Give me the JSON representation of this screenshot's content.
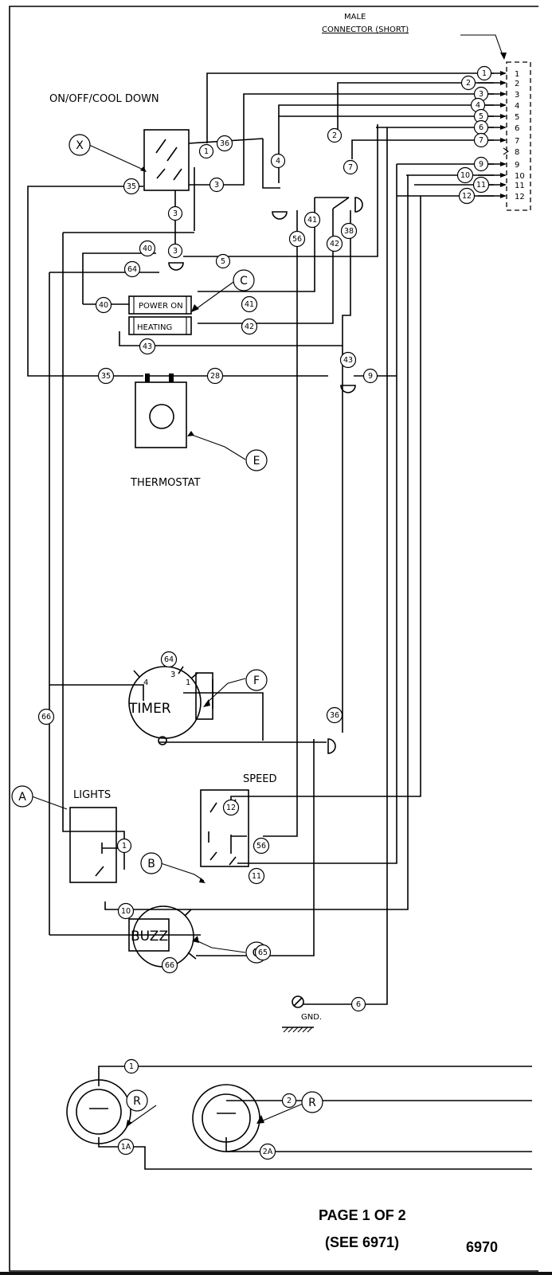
{
  "header": {
    "connector_line1": "MALE",
    "connector_line2": "CONNECTOR (SHORT)"
  },
  "labels": {
    "on_off": "ON/OFF/COOL DOWN",
    "thermostat": "THERMOSTAT",
    "lights": "LIGHTS",
    "speed": "SPEED",
    "power_on": "POWER ON",
    "heating": "HEATING",
    "timer": "TIMER",
    "buzz": "BUZZ",
    "gnd": "GND."
  },
  "components": {
    "x": "X",
    "c": "C",
    "e": "E",
    "f": "F",
    "a": "A",
    "b": "B",
    "g": "G",
    "r1": "R",
    "r2": "R"
  },
  "connector_pins": [
    "1",
    "2",
    "3",
    "4",
    "5",
    "6",
    "7",
    "8",
    "9",
    "10",
    "11",
    "12"
  ],
  "timer_terminals": [
    "4",
    "3",
    "1"
  ],
  "wire_numbers": {
    "c1": "1",
    "c2": "2",
    "c3": "3",
    "c4": "4",
    "c5": "5",
    "c6": "6",
    "c7": "7",
    "c9": "9",
    "c10": "10",
    "c11": "11",
    "c12": "12",
    "sw1": "1",
    "sw36": "36",
    "sw35": "35",
    "sw3r": "3",
    "sw3a": "3",
    "sw3b": "3",
    "conn4": "4",
    "conn2": "2",
    "conn7": "7",
    "w41a": "41",
    "w56a": "56",
    "w38": "38",
    "w42a": "42",
    "w40a": "40",
    "w64a": "64",
    "w5": "5",
    "w40b": "40",
    "w41b": "41",
    "w42b": "42",
    "w43a": "43",
    "w43b": "43",
    "w9": "9",
    "w35b": "35",
    "w28": "28",
    "w64b": "64",
    "w66a": "66",
    "w36b": "36",
    "w1l": "1",
    "w12s": "12",
    "w56s": "56",
    "w11s": "11",
    "w10l": "10",
    "w65": "65",
    "w6g": "6",
    "w66b": "66",
    "r1top": "1",
    "r1bot": "1A",
    "r2top": "2",
    "r2bot": "2A"
  },
  "footer": {
    "page": "PAGE 1 OF 2",
    "see": "(SEE 6971)",
    "number": "6970"
  }
}
